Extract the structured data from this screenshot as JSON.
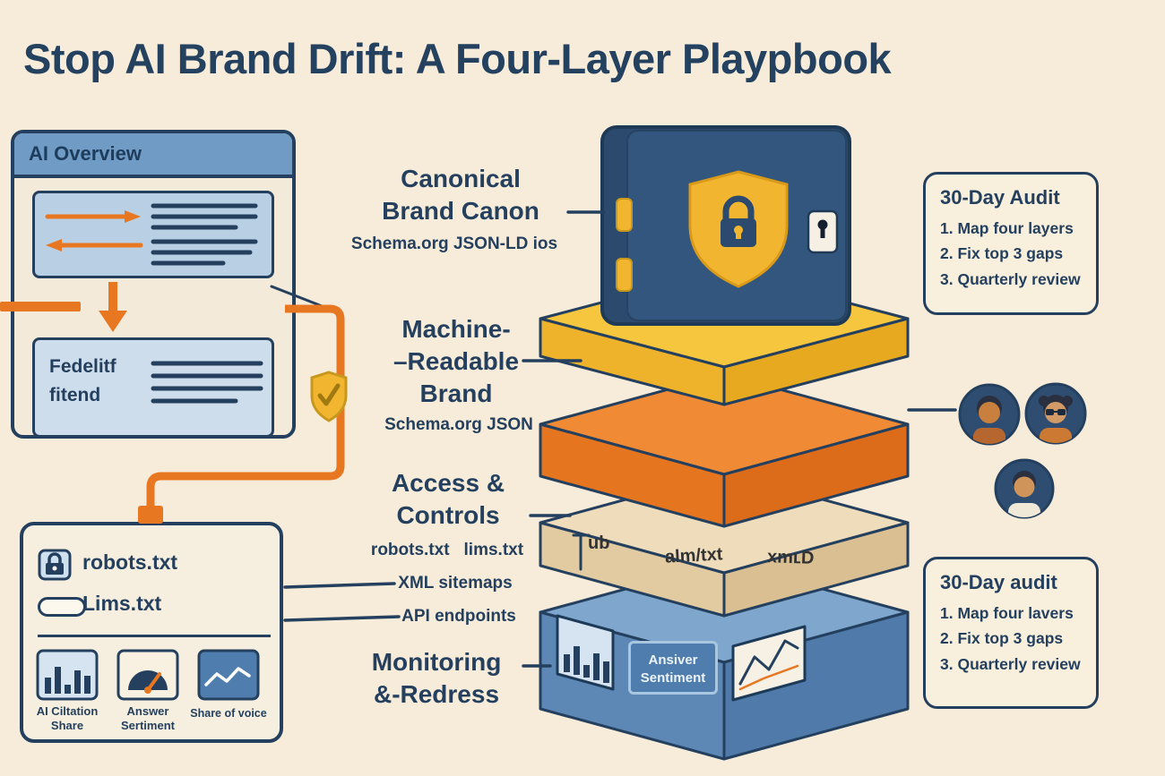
{
  "title": "Stop AI Brand Drift: A Four-Layer Playpbook",
  "ai_overview": {
    "header": "AI Overview",
    "result_line1": "Fedelitf",
    "result_line2": "fitend"
  },
  "files_panel": {
    "file1": "robots.txt",
    "file2": "Lims.txt",
    "metric1_line1": "AI Ciltation",
    "metric1_line2": "Share",
    "metric2_line1": "Answer",
    "metric2_line2": "Sertiment",
    "metric3": "Share of voice"
  },
  "layers": {
    "canonical_line1": "Canonical",
    "canonical_line2": "Brand Canon",
    "canonical_sub": "Schema.org JSON-LD ios",
    "machine_line1": "Machine-",
    "machine_line2": "–Readable",
    "machine_line3": "Brand",
    "machine_sub": "Schema.org JSON",
    "access_line1": "Access &",
    "access_line2": "Controls",
    "access_sub1": "robots.txt",
    "access_sub2": "lims.txt",
    "access_extra1": "XML sitemaps",
    "access_extra2": "API endpoints",
    "monitoring_line1": "Monitoring",
    "monitoring_line2": "&-Redress"
  },
  "stack": {
    "tick": "ub",
    "note1": "alm/txt",
    "note2": "xmʟD",
    "monitor_line1": "Ansiver",
    "monitor_line2": "Sentiment"
  },
  "callout_top": {
    "title": "30-Day Audit",
    "item1": "1. Map four layers",
    "item2": "2. Fix top 3 gaps",
    "item3": "3. Quarterly review"
  },
  "callout_bottom": {
    "title": "30-Day audit",
    "item1": "1. Map four lavers",
    "item2": "2. Fix top 3 gaps",
    "item3": "3. Quarterly review"
  },
  "colors": {
    "background": "#f7ecd9",
    "navy": "#24405e",
    "orange": "#e87722",
    "yellow": "#f2b530",
    "blue": "#5d88b6",
    "beige": "#eedcba"
  }
}
